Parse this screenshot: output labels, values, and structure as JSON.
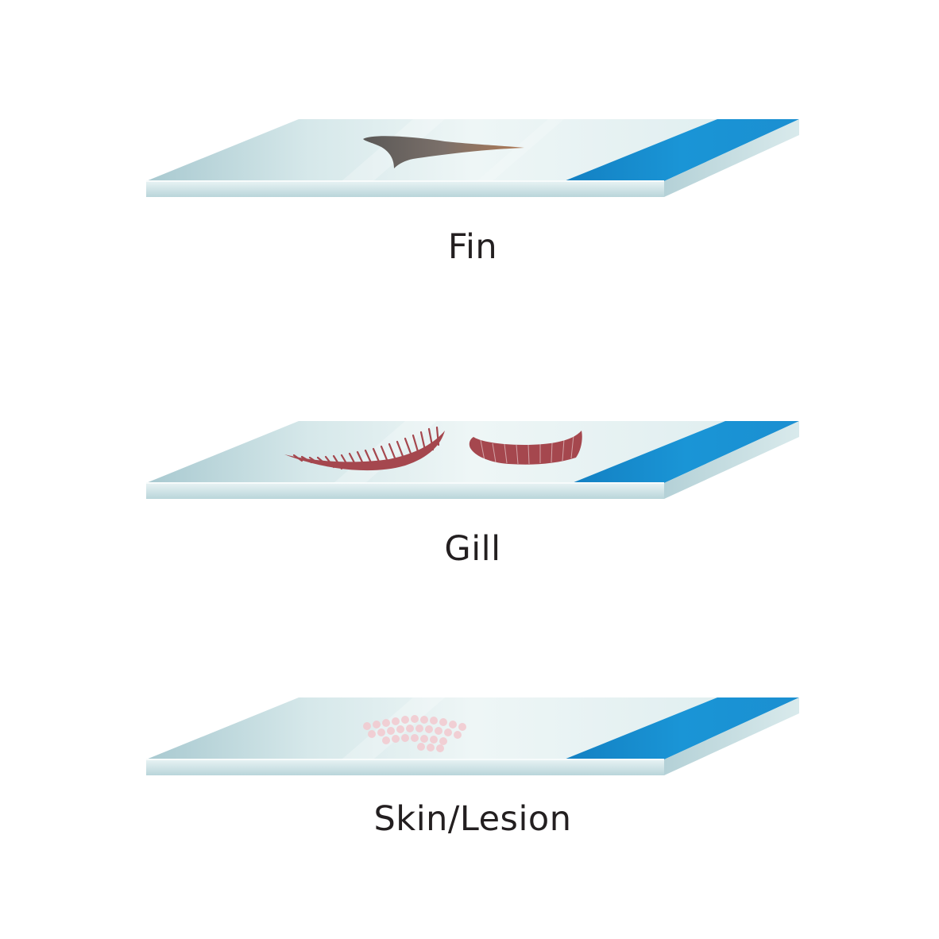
{
  "slides": [
    {
      "label": "Fin",
      "specimen": "fin"
    },
    {
      "label": "Gill",
      "specimen": "gill"
    },
    {
      "label": "Skin/Lesion",
      "specimen": "skin"
    }
  ],
  "colors": {
    "background": "#ffffff",
    "glass_top": "#dfeeef",
    "glass_edge": "#9ec1c9",
    "frosted_label": "#1b8fd1",
    "fin_tissue": "#6d6a68",
    "gill_tissue": "#a5474e",
    "skin_tissue": "#f3c9cf",
    "label_text": "#231f20"
  }
}
